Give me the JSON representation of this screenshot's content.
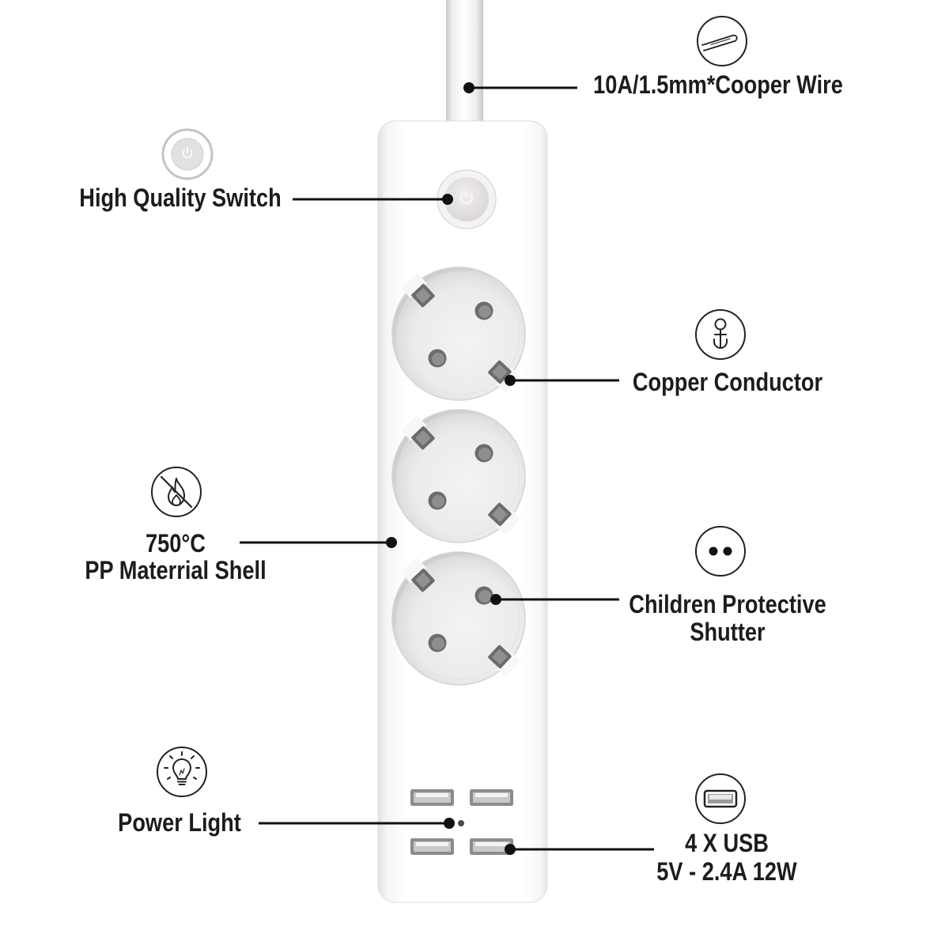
{
  "colors": {
    "background": "#ffffff",
    "label_text": "#1c1c1c",
    "callout_line": "#111111",
    "strip_body": "#ffffff",
    "socket_face": "#ebebeb",
    "socket_contact": "#6e6e6e"
  },
  "callouts": {
    "wire": {
      "label": "10A/1.5mm*Cooper Wire",
      "icon": "copper-wire-icon"
    },
    "switch": {
      "label": "High Quality Switch",
      "icon": "power-switch-icon"
    },
    "conductor": {
      "label": "Copper Conductor",
      "icon": "copper-conductor-icon"
    },
    "shell": {
      "lines": [
        "750°C",
        "PP Materrial Shell"
      ],
      "icon": "flame-retardant-icon"
    },
    "shutter": {
      "lines": [
        "Children Protective",
        "Shutter"
      ],
      "icon": "protective-shutter-icon"
    },
    "light": {
      "label": "Power Light",
      "icon": "light-bulb-icon"
    },
    "usb": {
      "lines": [
        "4 X USB",
        "5V - 2.4A 12W"
      ],
      "icon": "usb-port-icon"
    }
  }
}
